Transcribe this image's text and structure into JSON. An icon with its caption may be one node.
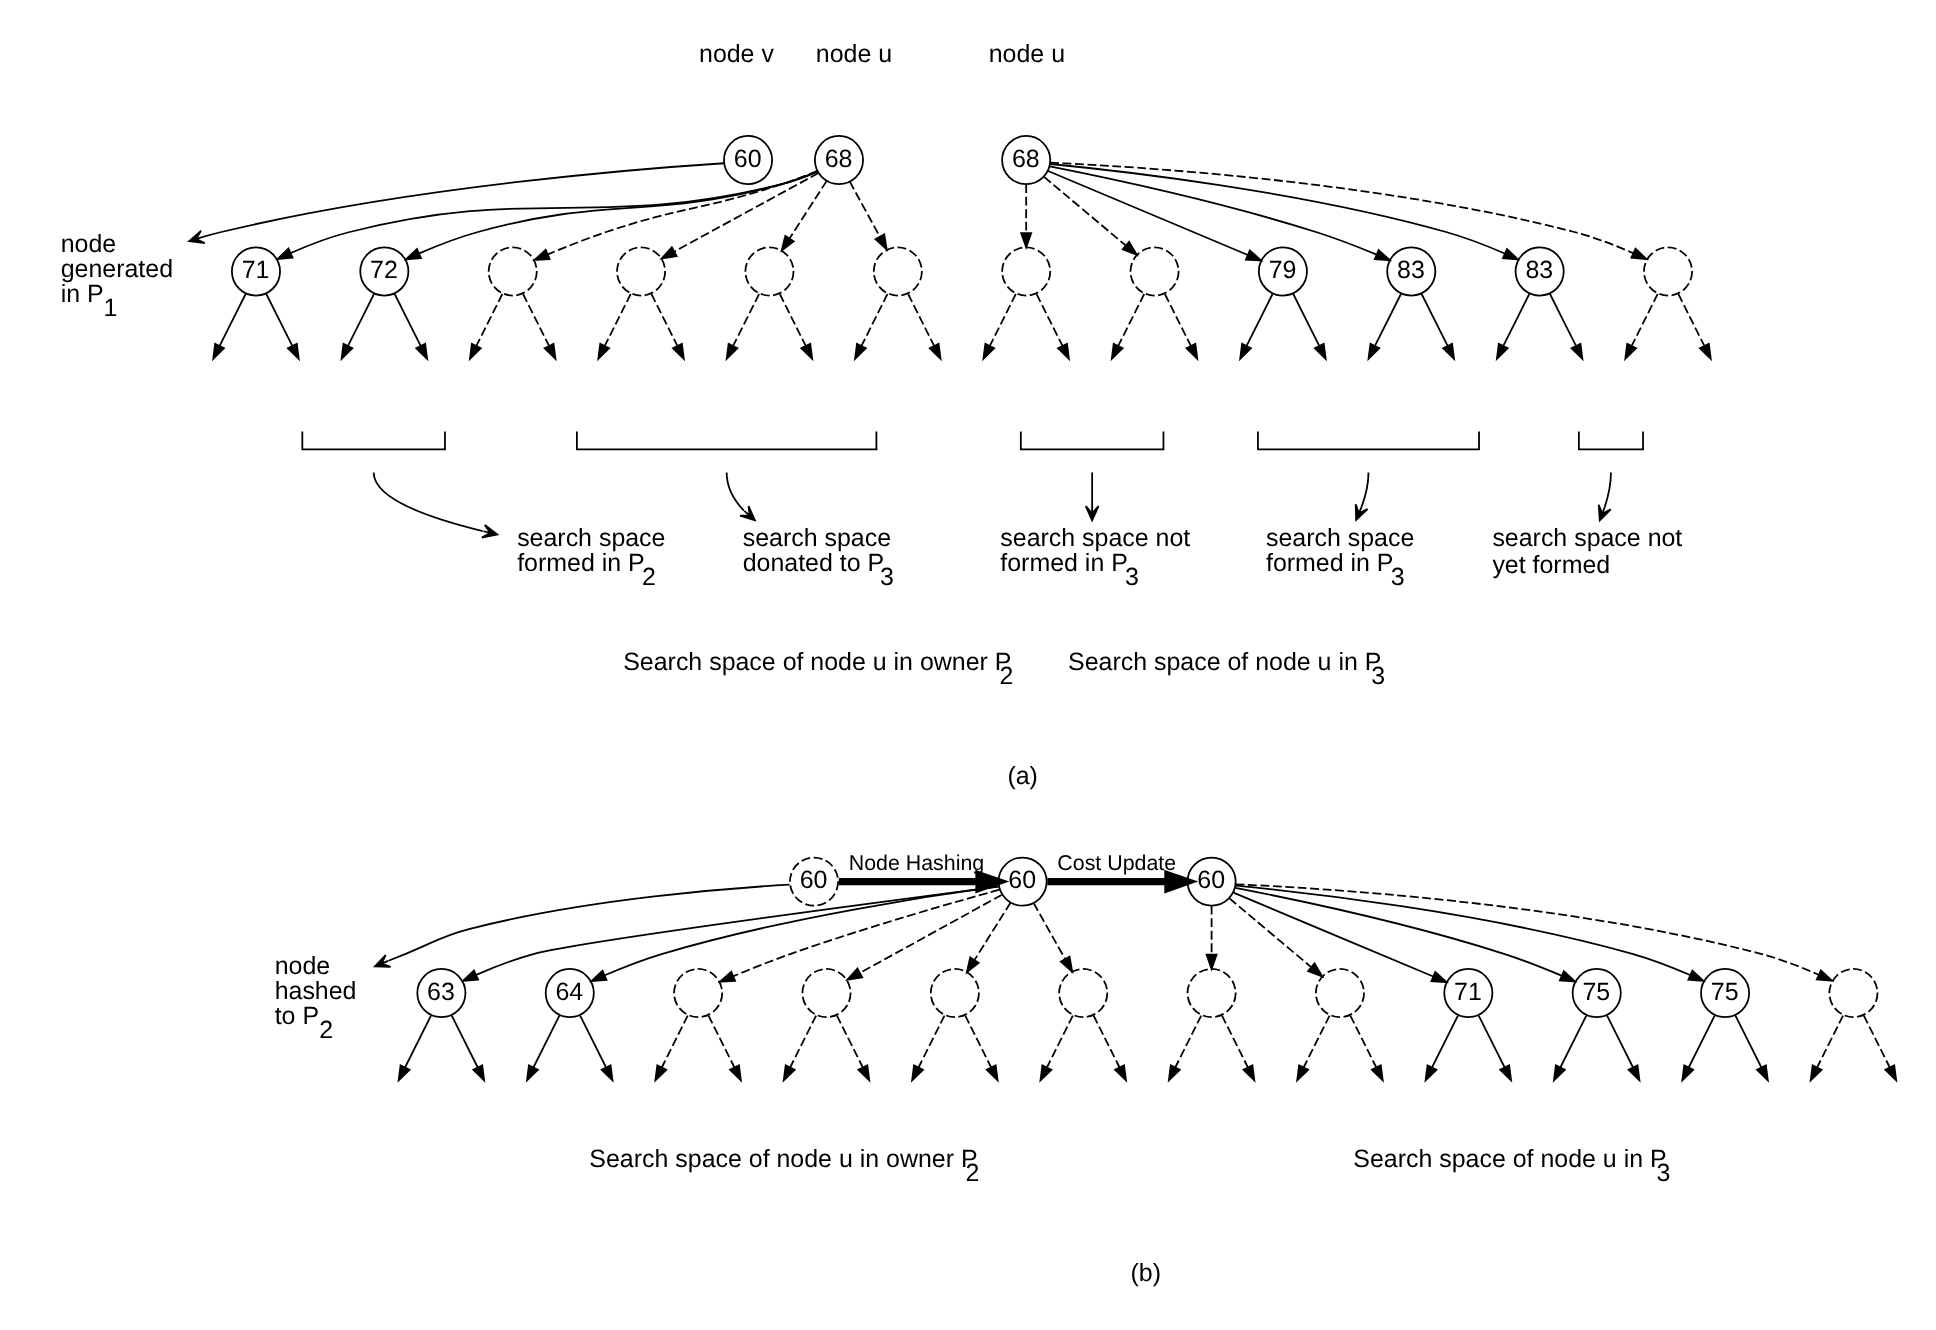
{
  "diagram": {
    "nodes": [
      {
        "text": [
          "60"
        ],
        "beside": [
          "node v"
        ]
      },
      {
        "text": [
          "68"
        ],
        "beside": [
          "node u"
        ]
      },
      {
        "text": [
          "68"
        ],
        "beside": [
          "node u"
        ]
      },
      {
        "text": [
          "node generated in P$_{1}$"
        ]
      },
      {
        "text": [
          "71"
        ]
      },
      {
        "text": [
          "72"
        ]
      },
      {
        "text": [],
        "shape": "circle"
      },
      {
        "text": [],
        "shape": "circle"
      },
      {
        "text": [],
        "shape": "circle"
      },
      {
        "text": [],
        "shape": "circle"
      },
      {
        "text": [],
        "shape": "circle"
      },
      {
        "text": [],
        "shape": "circle"
      },
      {
        "text": [
          "79"
        ]
      },
      {
        "text": [
          "83"
        ]
      },
      {
        "text": [
          "83"
        ]
      },
      {
        "text": [],
        "shape": "circle"
      },
      {
        "text": [],
        "shape": "bracket"
      },
      {
        "text": [],
        "shape": "bracket"
      },
      {
        "text": [],
        "shape": "bracket"
      },
      {
        "text": [],
        "shape": "bracket"
      },
      {
        "text": [],
        "shape": "bracket"
      },
      {
        "text": [
          "search space formed in P$_{2}$"
        ]
      },
      {
        "text": [
          "search space donated to P$_{3}$"
        ]
      },
      {
        "text": [
          "search space not formed in P$_{3}$"
        ]
      },
      {
        "text": [
          "search space formed in P$_{3}$"
        ]
      },
      {
        "text": [
          "search space not yet formed"
        ]
      },
      {
        "text": [
          "60"
        ]
      },
      {
        "text": [
          "60"
        ]
      },
      {
        "text": [
          "60"
        ]
      },
      {
        "text": [
          "node hashed to P$_{2}$"
        ]
      },
      {
        "text": [
          "63"
        ]
      },
      {
        "text": [
          "64"
        ]
      },
      {
        "text": [],
        "shape": "circle"
      },
      {
        "text": [],
        "shape": "circle"
      },
      {
        "text": [],
        "shape": "circle"
      },
      {
        "text": [],
        "shape": "circle"
      },
      {
        "text": [],
        "shape": "circle"
      },
      {
        "text": [],
        "shape": "circle"
      },
      {
        "text": [
          "71"
        ]
      },
      {
        "text": [
          "75"
        ]
      },
      {
        "text": [
          "75"
        ]
      },
      {
        "text": [],
        "shape": "circle"
      }
    ],
    "edges": [
      {
        "from": 0,
        "to": 3,
        "arrow": "to"
      },
      {
        "from": 1,
        "to": 4,
        "arrow": "to"
      },
      {
        "from": 1,
        "to": 5,
        "arrow": "to"
      },
      {
        "from": 1,
        "to": 6,
        "arrow": "to",
        "style": "dashed"
      },
      {
        "from": 1,
        "to": 7,
        "arrow": "to",
        "style": "dashed"
      },
      {
        "from": 1,
        "to": 8,
        "arrow": "to",
        "style": "dashed"
      },
      {
        "from": 1,
        "to": 9,
        "arrow": "to",
        "style": "dashed"
      },
      {
        "from": 2,
        "to": 10,
        "arrow": "to",
        "style": "dashed"
      },
      {
        "from": 2,
        "to": 11,
        "arrow": "to",
        "style": "dashed"
      },
      {
        "from": 2,
        "to": 12,
        "arrow": "to"
      },
      {
        "from": 2,
        "to": 13,
        "arrow": "to"
      },
      {
        "from": 2,
        "to": 14,
        "arrow": "to"
      },
      {
        "from": 2,
        "to": 15,
        "arrow": "to",
        "style": "dashed"
      },
      {
        "from": 4,
        "to": null,
        "arrow": "to"
      },
      {
        "from": 4,
        "to": null,
        "arrow": "to"
      },
      {
        "from": 5,
        "to": null,
        "arrow": "to"
      },
      {
        "from": 5,
        "to": null,
        "arrow": "to"
      },
      {
        "from": 6,
        "to": null,
        "arrow": "to",
        "style": "dashed"
      },
      {
        "from": 6,
        "to": null,
        "arrow": "to",
        "style": "dashed"
      },
      {
        "from": 7,
        "to": null,
        "arrow": "to",
        "style": "dashed"
      },
      {
        "from": 7,
        "to": null,
        "arrow": "to",
        "style": "dashed"
      },
      {
        "from": 8,
        "to": null,
        "arrow": "to",
        "style": "dashed"
      },
      {
        "from": 8,
        "to": null,
        "arrow": "to",
        "style": "dashed"
      },
      {
        "from": 9,
        "to": null,
        "arrow": "to",
        "style": "dashed"
      },
      {
        "from": 9,
        "to": null,
        "arrow": "to",
        "style": "dashed"
      },
      {
        "from": 10,
        "to": null,
        "arrow": "to",
        "style": "dashed"
      },
      {
        "from": 10,
        "to": null,
        "arrow": "to",
        "style": "dashed"
      },
      {
        "from": 11,
        "to": null,
        "arrow": "to",
        "style": "dashed"
      },
      {
        "from": 11,
        "to": null,
        "arrow": "to",
        "style": "dashed"
      },
      {
        "from": 12,
        "to": null,
        "arrow": "to"
      },
      {
        "from": 12,
        "to": null,
        "arrow": "to"
      },
      {
        "from": 13,
        "to": null,
        "arrow": "to"
      },
      {
        "from": 13,
        "to": null,
        "arrow": "to"
      },
      {
        "from": 14,
        "to": null,
        "arrow": "to"
      },
      {
        "from": 14,
        "to": null,
        "arrow": "to"
      },
      {
        "from": 15,
        "to": null,
        "arrow": "to",
        "style": "dashed"
      },
      {
        "from": 15,
        "to": null,
        "arrow": "to",
        "style": "dashed"
      },
      {
        "from": 16,
        "to": 21,
        "arrow": "to"
      },
      {
        "from": 17,
        "to": 22,
        "arrow": "to"
      },
      {
        "from": 18,
        "to": 23,
        "arrow": "to"
      },
      {
        "from": 19,
        "to": 24,
        "arrow": "to"
      },
      {
        "from": 20,
        "to": 25,
        "arrow": "to"
      },
      {
        "from": 26,
        "to": 29,
        "arrow": "to"
      },
      {
        "from": 26,
        "to": 27,
        "arrow": "to",
        "label": "Node Hashing",
        "style": "thick"
      },
      {
        "from": 27,
        "to": 28,
        "arrow": "to",
        "label": "Cost Update",
        "style": "thick"
      },
      {
        "from": 27,
        "to": 30,
        "arrow": "to"
      },
      {
        "from": 27,
        "to": 31,
        "arrow": "to"
      },
      {
        "from": 27,
        "to": 32,
        "arrow": "to",
        "style": "dashed"
      },
      {
        "from": 27,
        "to": 33,
        "arrow": "to",
        "style": "dashed"
      },
      {
        "from": 27,
        "to": 34,
        "arrow": "to",
        "style": "dashed"
      },
      {
        "from": 27,
        "to": 35,
        "arrow": "to",
        "style": "dashed"
      },
      {
        "from": 28,
        "to": 36,
        "arrow": "to",
        "style": "dashed"
      },
      {
        "from": 28,
        "to": 37,
        "arrow": "to",
        "style": "dashed"
      },
      {
        "from": 28,
        "to": 38,
        "arrow": "to"
      },
      {
        "from": 28,
        "to": 39,
        "arrow": "to"
      },
      {
        "from": 28,
        "to": 40,
        "arrow": "to"
      },
      {
        "from": 28,
        "to": 41,
        "arrow": "to",
        "style": "dashed"
      },
      {
        "from": 30,
        "to": null,
        "arrow": "to"
      },
      {
        "from": 30,
        "to": null,
        "arrow": "to"
      },
      {
        "from": 31,
        "to": null,
        "arrow": "to"
      },
      {
        "from": 31,
        "to": null,
        "arrow": "to"
      },
      {
        "from": 32,
        "to": null,
        "arrow": "to",
        "style": "dashed"
      },
      {
        "from": 32,
        "to": null,
        "arrow": "to",
        "style": "dashed"
      },
      {
        "from": 33,
        "to": null,
        "arrow": "to",
        "style": "dashed"
      },
      {
        "from": 33,
        "to": null,
        "arrow": "to",
        "style": "dashed"
      },
      {
        "from": 34,
        "to": null,
        "arrow": "to",
        "style": "dashed"
      },
      {
        "from": 34,
        "to": null,
        "arrow": "to",
        "style": "dashed"
      },
      {
        "from": 35,
        "to": null,
        "arrow": "to",
        "style": "dashed"
      },
      {
        "from": 35,
        "to": null,
        "arrow": "to",
        "style": "dashed"
      },
      {
        "from": 36,
        "to": null,
        "arrow": "to",
        "style": "dashed"
      },
      {
        "from": 36,
        "to": null,
        "arrow": "to",
        "style": "dashed"
      },
      {
        "from": 37,
        "to": null,
        "arrow": "to",
        "style": "dashed"
      },
      {
        "from": 37,
        "to": null,
        "arrow": "to",
        "style": "dashed"
      },
      {
        "from": 38,
        "to": null,
        "arrow": "to"
      },
      {
        "from": 38,
        "to": null,
        "arrow": "to"
      },
      {
        "from": 39,
        "to": null,
        "arrow": "to"
      },
      {
        "from": 39,
        "to": null,
        "arrow": "to"
      },
      {
        "from": 40,
        "to": null,
        "arrow": "to"
      },
      {
        "from": 40,
        "to": null,
        "arrow": "to"
      },
      {
        "from": 41,
        "to": null,
        "arrow": "to",
        "style": "dashed"
      },
      {
        "from": 41,
        "to": null,
        "arrow": "to",
        "style": "dashed"
      }
    ],
    "labels": [
      "Search space of node u in owner P$_{2}$",
      "Search space of node u in P$_{3}$",
      "(a)",
      "Search space of node u in owner P$_{2}$",
      "Search space of node u in P$_{3}$",
      "(b)"
    ]
  }
}
